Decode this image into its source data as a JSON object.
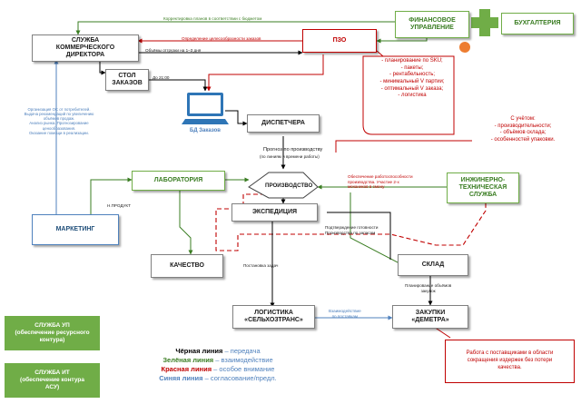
{
  "nodes": {
    "commercial_director": "СЛУЖБА\nКОММЕРЧЕСКОГО\nДИРЕКТОРА",
    "orders_desk": "СТОЛ\nЗАКАЗОВ",
    "pzo": "ПЗО",
    "finance": "ФИНАНСОВОЕ\nУПРАВЛЕНИЕ",
    "accounting": "БУХГАЛТЕРИЯ",
    "orders_db": "БД Заказов",
    "dispatcher": "ДИСПЕТЧЕРА",
    "laboratory": "ЛАБОРАТОРИЯ",
    "production": "ПРОИЗВОДСТВО",
    "engineering": "ИНЖИНЕРНО-\nТЕХНИЧЕСКАЯ СЛУЖБА",
    "expedition": "ЭКСПЕДИЦИЯ",
    "marketing": "МАРКЕТИНГ",
    "quality": "КАЧЕСТВО",
    "warehouse": "СКЛАД",
    "logistics": "ЛОГИСТИКА\n«СЕЛЬХОЗТРАНС»",
    "purchasing": "ЗАКУПКИ\n«ДЕМЕТРА»",
    "up_service": "СЛУЖБА УП\n(обеспечение ресурсного\nконтура)",
    "it_service": "СЛУЖБА ИТ\n(обеспечение контура\nАСУ)"
  },
  "labels": {
    "budget_correction": "Корректировка планов в соответствии с бюджетом",
    "order_priority": "Определение целесообразности заказов",
    "shipping_volumes": "Объёмы отгрузки на 1–3 дня",
    "until_2100": "До 21:00",
    "pzo_tasks": "- планирование по SKU;\n- пакеты;\n- рентабельность;\n- минимальный V партии;\n- оптимальный V заказа;\n- логистика",
    "marketing_tasks": "Организация ОС от потребителей.\nВыдача рекомендаций по увеличению\nобъёмов продаж.\nАнализ рынка. Прогнозирование\nценообразования.\nОказание помощи в реализации.",
    "production_forecast": "Прогноз по производству",
    "by_lines_time": "(по линиям и времени работы)",
    "considering": "С учётом:\n- производительности;\n- объёмов склада;\n- особенностей упаковки.",
    "n_product": "Н.ПРОДУКТ",
    "engineering_support": "Обеспечение работоспособности\nпроизводства. Участие 2-х\nмехаников в смену",
    "readiness": "Подтверждение готовности\nПроизводства по запасам",
    "delivery_planning": "Постановка задач",
    "purchase_planning": "Планирование объёмов\nзакупок",
    "supply_interaction": "Взаимодействие\nпо поставкам",
    "supplier_work": "Работа с поставщиками в области\nсокращения издержек без потери\nкачества."
  },
  "legend": [
    {
      "key": "Чёрная линия",
      "text": " – передача",
      "color": "#000000"
    },
    {
      "key": "Зелёная линия",
      "text": " – взаимодействие",
      "color": "#3a7d22"
    },
    {
      "key": "Красная линия",
      "text": " – особое внимание",
      "color": "#c00000"
    },
    {
      "key": "Синяя линия",
      "text": " – согласование/предл.",
      "color": "#4f81bd"
    }
  ],
  "colors": {
    "accent_green": "#70ad47",
    "attention_red": "#c00000",
    "approval_blue": "#4f81bd",
    "transfer_black": "#000000"
  }
}
